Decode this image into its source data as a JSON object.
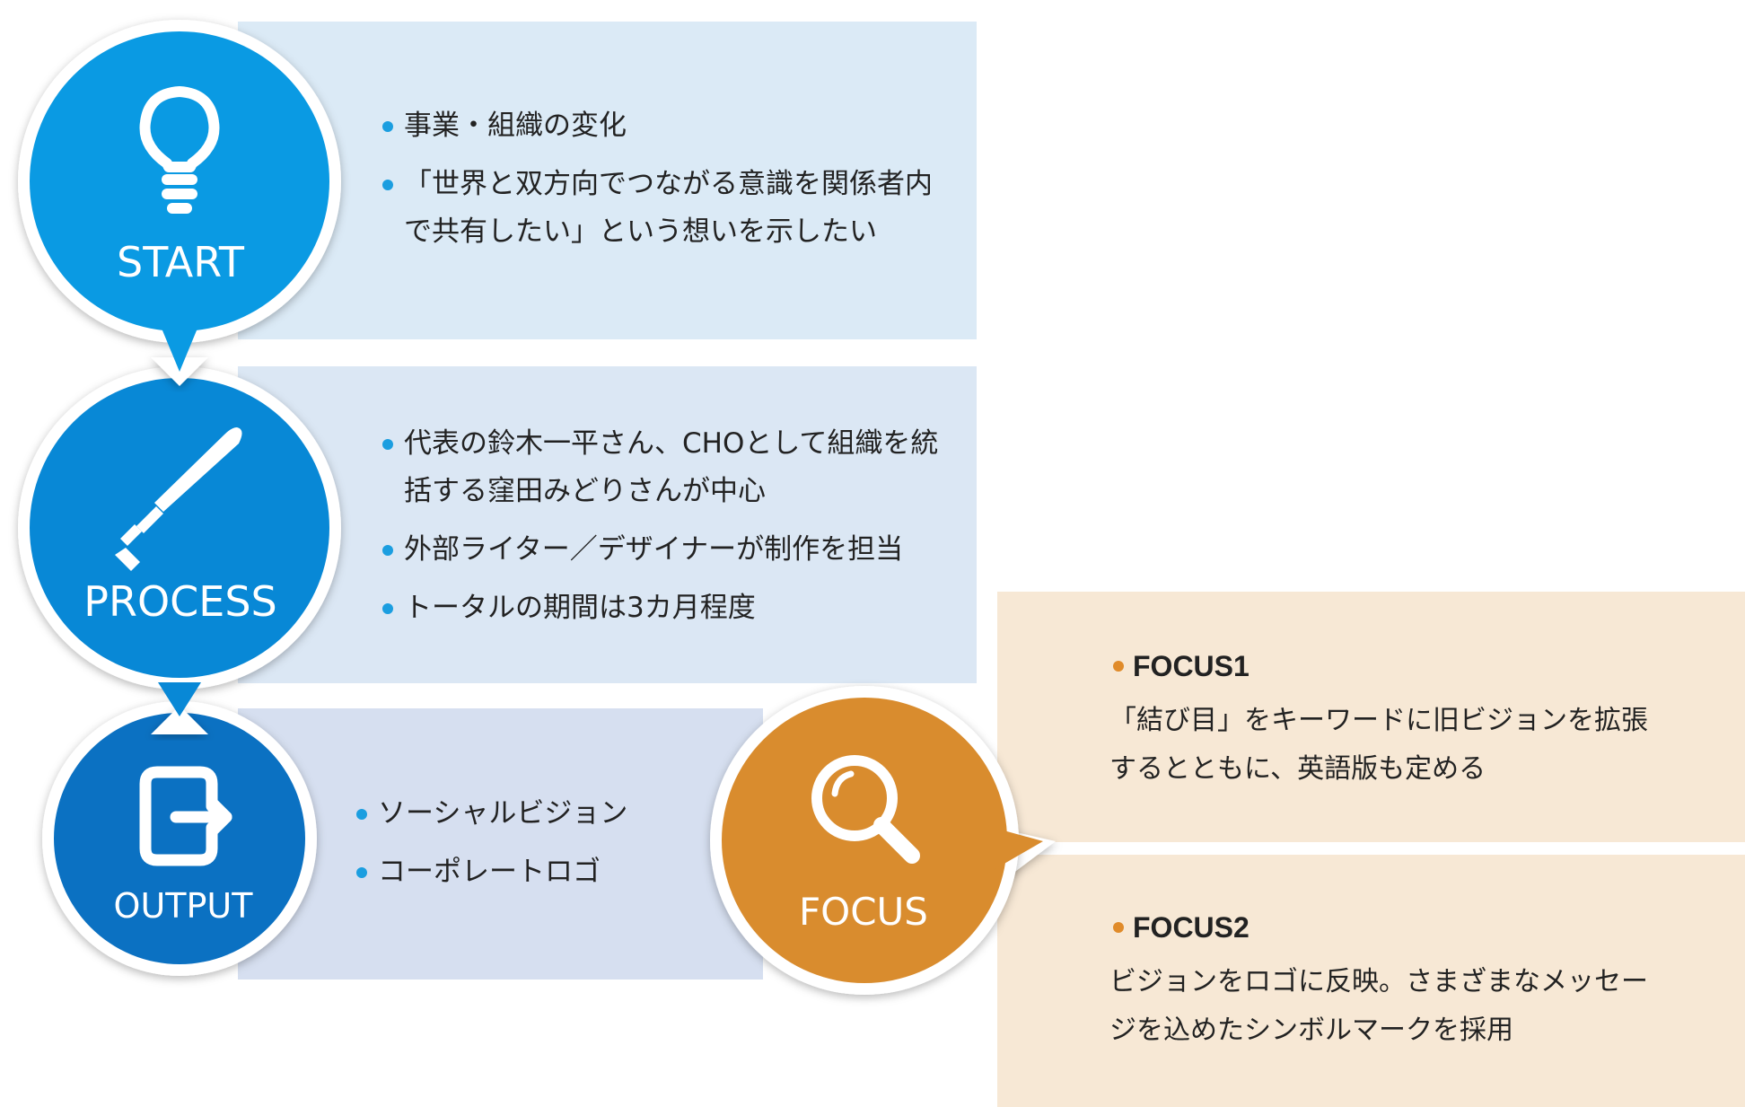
{
  "start": {
    "label": "START",
    "icon": "lightbulb-icon",
    "bullets": [
      "事業・組織の変化",
      "「世界と双方向でつながる意識を関係者内で共有したい」という想いを示したい"
    ]
  },
  "process": {
    "label": "PROCESS",
    "icon": "paintbrush-icon",
    "bullets": [
      "代表の鈴木一平さん、CHOとして組織を統括する窪田みどりさんが中心",
      "外部ライター／デザイナーが制作を担当",
      "トータルの期間は3カ月程度"
    ]
  },
  "output": {
    "label": "OUTPUT",
    "icon": "exit-arrow-icon",
    "bullets": [
      "ソーシャルビジョン",
      "コーポレートロゴ"
    ]
  },
  "focus": {
    "label": "FOCUS",
    "icon": "magnifier-icon",
    "items": [
      {
        "title": "FOCUS1",
        "body": "「結び目」をキーワードに旧ビジョンを拡張するとともに、英語版も定める"
      },
      {
        "title": "FOCUS2",
        "body": "ビジョンをロゴに反映。さまざまなメッセージを込めたシンボルマークを採用"
      }
    ]
  },
  "colors": {
    "start": "#0a9ae3",
    "process": "#0888d6",
    "output": "#0b71c2",
    "focus": "#d98c2e"
  }
}
